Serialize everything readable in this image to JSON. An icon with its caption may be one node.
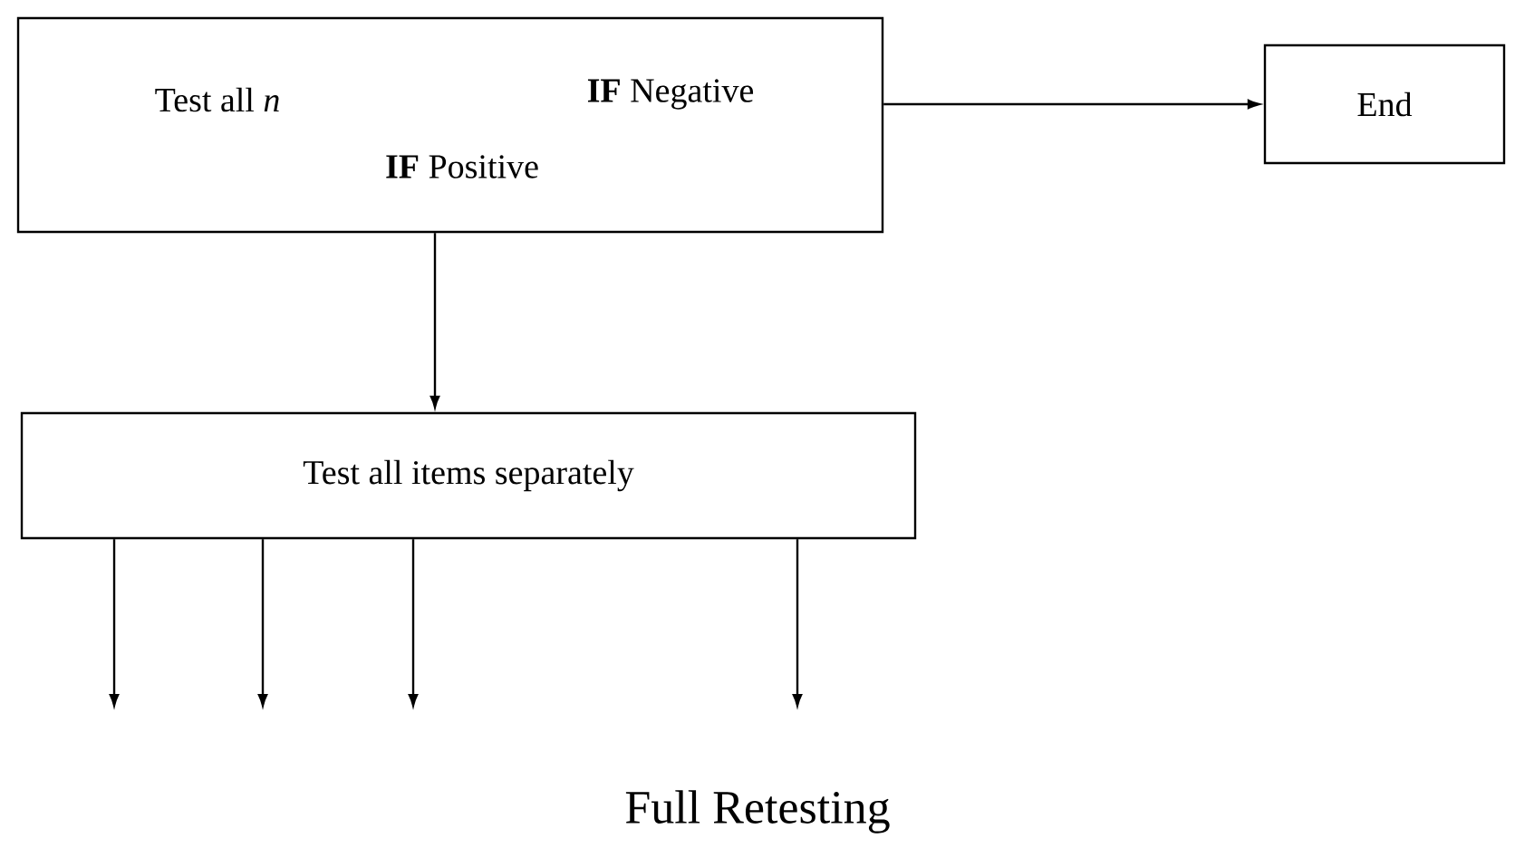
{
  "diagram": {
    "caption": "Full Retesting",
    "nodes": [
      {
        "text": [
          "Test all *n*",
          "**IF** Negative",
          "**IF** Positive"
        ]
      },
      {
        "text": [
          "End"
        ]
      },
      {
        "text": [
          "Test all items separately"
        ]
      }
    ],
    "edges": [
      {
        "from": 0,
        "to": 1,
        "arrow": "to"
      },
      {
        "from": 0,
        "to": 2,
        "arrow": "to"
      },
      {
        "from": 2,
        "to": null,
        "arrow": "to"
      },
      {
        "from": 2,
        "to": null,
        "arrow": "to"
      },
      {
        "from": 2,
        "to": null,
        "arrow": "to"
      },
      {
        "from": 2,
        "to": null,
        "arrow": "to"
      }
    ]
  }
}
